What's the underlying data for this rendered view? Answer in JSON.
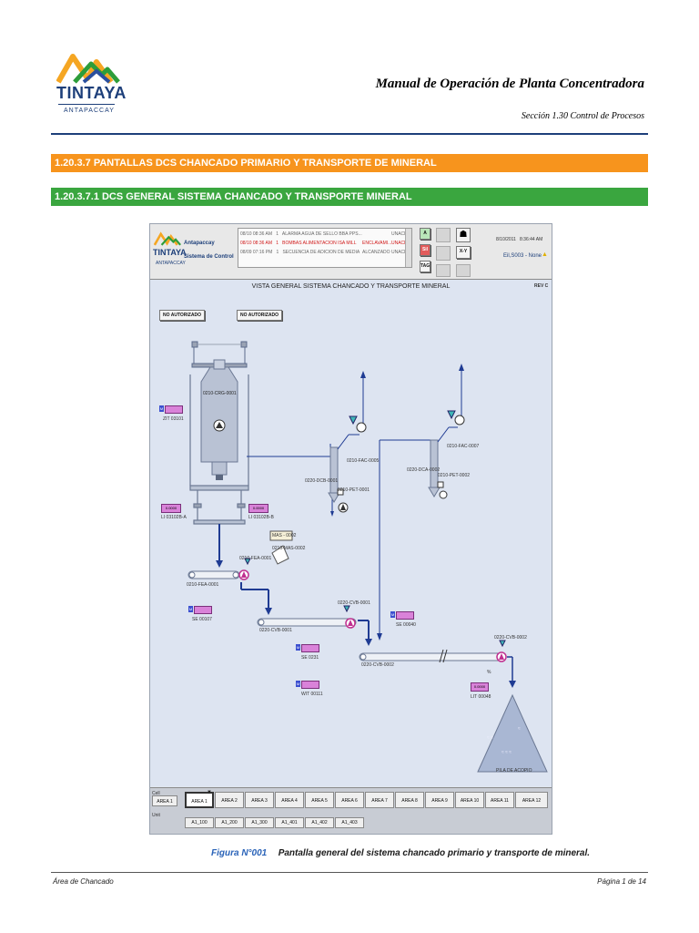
{
  "header": {
    "logo_name": "TINTAYA",
    "logo_sub": "ANTAPACCAY",
    "title": "Manual de Operación de Planta Concentradora",
    "section": "Sección 1.30 Control de Procesos"
  },
  "headings": {
    "h1": "1.20.3.7     PANTALLAS DCS CHANCADO PRIMARIO Y TRANSPORTE DE MINERAL",
    "h2": "1.20.3.7.1 DCS GENERAL SISTEMA CHANCADO Y TRANSPORTE MINERAL",
    "h1_color": "#f7941d",
    "h2_color": "#3aa63f"
  },
  "screenshot": {
    "logo_name": "TINTAYA",
    "logo_sub": "ANTAPACCAY",
    "company": "Antapaccay",
    "system": "Sistema de Control",
    "alarms": [
      {
        "time": "08/10 08:36 AM",
        "pri": "1",
        "desc": "ALARMA AGUA DE SELLO BBA PPS...",
        "state": "",
        "ack": "UNACK",
        "color": "#666666"
      },
      {
        "time": "08/10 08:36 AM",
        "pri": "1",
        "desc": "BOMBAS ALIMENTACION ISA MILL",
        "state": "ENCLAVAMI...",
        "ack": "UNACK",
        "color": "#d01818"
      },
      {
        "time": "08/09 07:16 PM",
        "pri": "1",
        "desc": "SECUENCIA DE ADICION DE MEDIA",
        "state": "ALCANZADO",
        "ack": "UNACK",
        "color": "#666666"
      }
    ],
    "side_buttons": [
      "A",
      "Sil",
      "TAG"
    ],
    "date": "8/10/2011",
    "time": "8:36:44 AM",
    "user": "Eil,S003 - None",
    "xy_button": "X-Y",
    "screen_title": "VISTA GENERAL SISTEMA CHANCADO Y TRANSPORTE MINERAL",
    "rev": "REV C",
    "not_auth_1": "NO AUTORIZADO",
    "not_auth_2": "NO AUTORIZADO",
    "tags": {
      "crusher": "0210-CRG-0001",
      "zit": "ZIT 03101",
      "li_a": "LI 03102B-A",
      "li_b": "LI 03102B-B",
      "fea_label": "0210-FEA-0001",
      "fea_conv": "0210-FEA-0001",
      "mas_box": "MAS - 0002",
      "mas_label": "0210-MAS-0002",
      "se1": "SE 00107",
      "cvb1_label": "0220-CVB-0001",
      "cvb1_conv": "0220-CVB-0001",
      "fac1": "0210-FAC-0005",
      "dcb": "0220-DCB-0001",
      "pet1": "0210-PET-0001",
      "se2": "SE 0231",
      "wit": "WIT 00111",
      "se3": "SE 00040",
      "cvb2_conv": "0220-CVB-0002",
      "fac2": "0210-FAC-0007",
      "dca": "0220-DCA-0002",
      "pet2": "0210-PET-0002",
      "cvb3_label": "0220-CVB-0002",
      "lit": "LIT 00048",
      "pile": "PILA DE ACOPIO"
    },
    "values": {
      "li_a": "0.0000",
      "li_b": "0.0000",
      "lit": "0.0000",
      "percent": "%"
    },
    "area_row_label": "Cell",
    "unit_row_label": "Unit",
    "areas": [
      "AREA 1",
      "AREA 2",
      "AREA 3",
      "AREA 4",
      "AREA 5",
      "AREA 6",
      "AREA 7",
      "AREA 8",
      "AREA 9",
      "AREA 10",
      "AREA 11",
      "AREA 12"
    ],
    "units": [
      "A1_100",
      "A1_200",
      "A1_300",
      "A1_401",
      "A1_402",
      "A1_403"
    ]
  },
  "caption": {
    "figure": "Figura N°001",
    "text": "Pantalla general  del sistema chancado primario y transporte de mineral."
  },
  "footer": {
    "left": "Área  de Chancado",
    "right": "Página 1 de 14"
  }
}
